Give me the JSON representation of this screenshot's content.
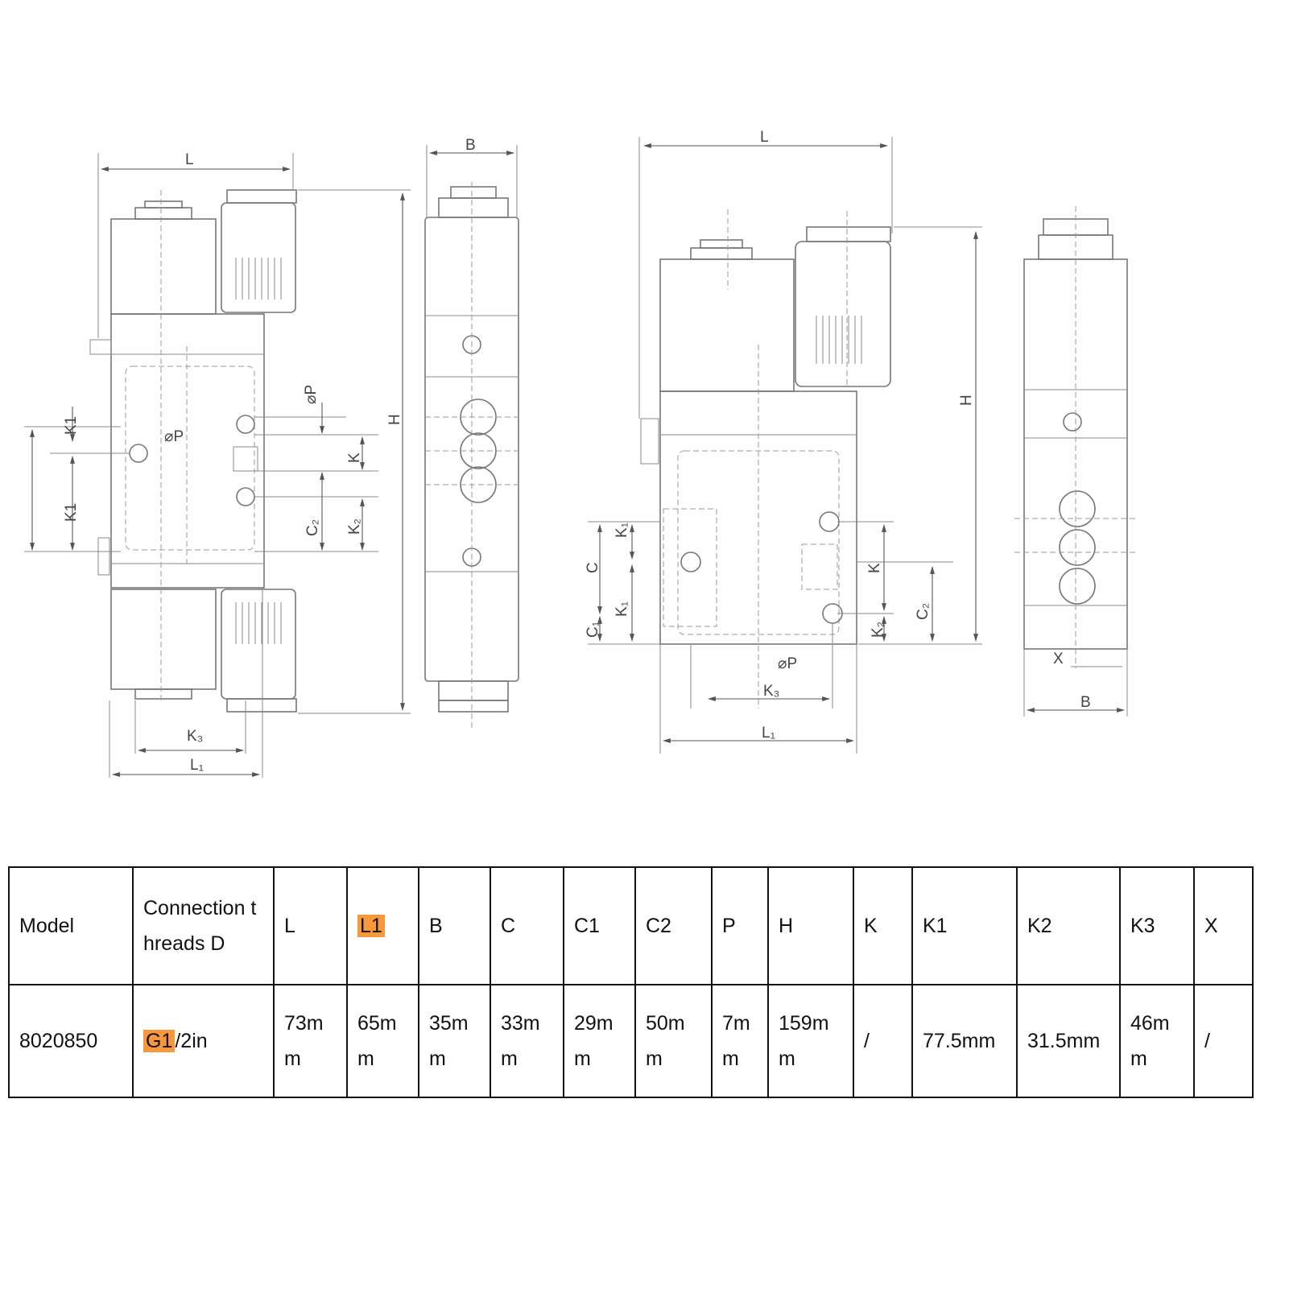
{
  "drawing": {
    "left_view": {
      "L": "L",
      "B": "B",
      "H": "H",
      "K1_top": "K1",
      "K1_bottom": "K1",
      "P": "⌀P",
      "P_side": "⌀P",
      "K": "K",
      "C2": "C₂",
      "K2": "K₂",
      "K3": "K₃",
      "L1": "L₁"
    },
    "right_view": {
      "L": "L",
      "H": "H",
      "K1_top": "K₁",
      "C": "C",
      "K1_bottom": "K₁",
      "C1": "C₁",
      "K": "K",
      "K2": "K₂",
      "C2": "C₂",
      "P": "⌀P",
      "K3": "K₃",
      "L1": "L₁",
      "X": "X",
      "B": "B"
    }
  },
  "table": {
    "headers": [
      "Model",
      "Connection threads D",
      "L",
      "L1",
      "B",
      "C",
      "C1",
      "C2",
      "P",
      "H",
      "K",
      "K1",
      "K2",
      "K3",
      "X"
    ],
    "row": {
      "model": "8020850",
      "thread_highlight": "G1",
      "thread_rest": "/2in",
      "L": "73mm",
      "L1": "65mm",
      "B": "35mm",
      "C": "33mm",
      "C1": "29mm",
      "C2": "50mm",
      "P": "7mm",
      "H": "159mm",
      "K": "/",
      "K1": "77.5mm",
      "K2": "31.5mm",
      "K3": "46mm",
      "X": "/"
    },
    "highlight_color": "#f7993a"
  }
}
